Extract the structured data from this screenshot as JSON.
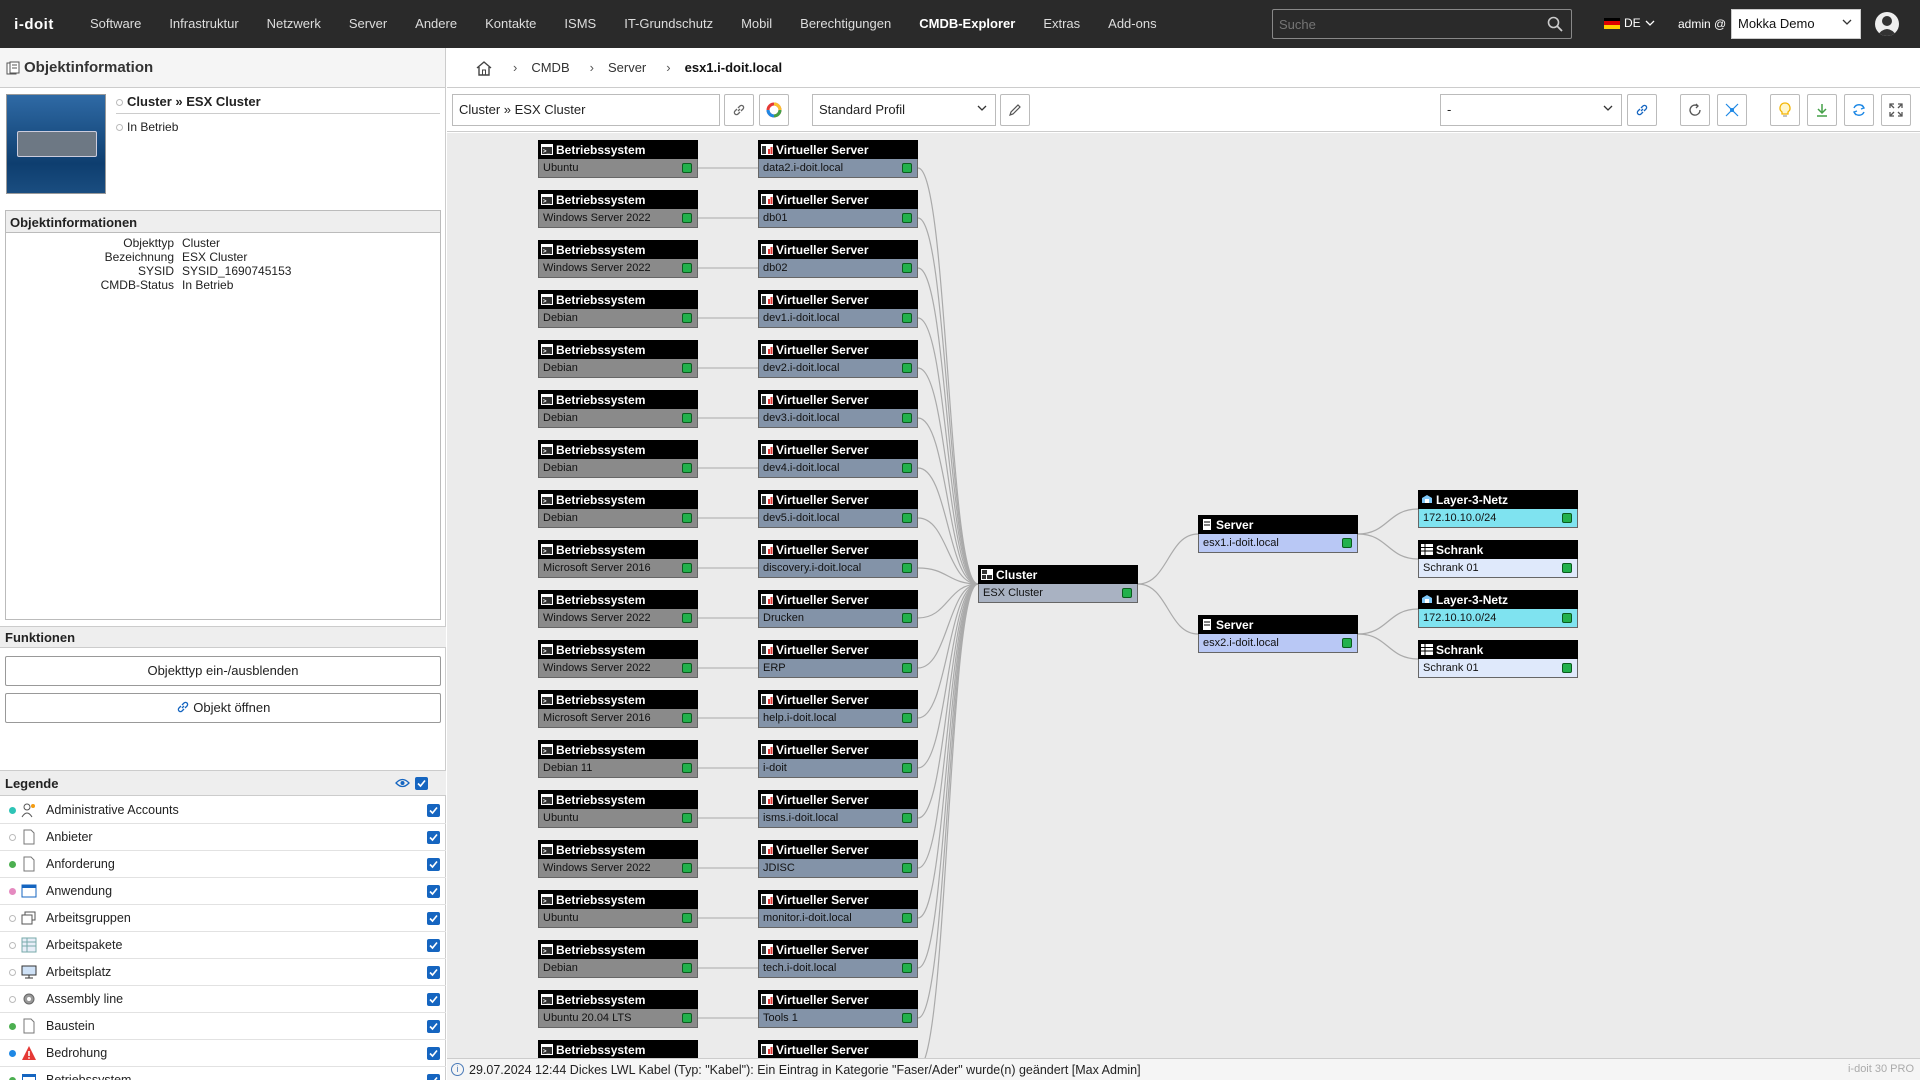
{
  "nav": {
    "logo": "i-doit",
    "menu": [
      "Software",
      "Infrastruktur",
      "Netzwerk",
      "Server",
      "Andere",
      "Kontakte",
      "ISMS",
      "IT-Grundschutz",
      "Mobil",
      "Berechtigungen",
      "CMDB-Explorer",
      "Extras",
      "Add-ons"
    ],
    "active": "CMDB-Explorer",
    "search_placeholder": "Suche",
    "lang": "DE",
    "user": "admin @",
    "tenant": "Mokka Demo"
  },
  "left": {
    "title": "Objektinformation",
    "object_title": "Cluster » ESX Cluster",
    "object_status": "In Betrieb",
    "info_header": "Objektinformationen",
    "info_rows": [
      {
        "k": "Objekttyp",
        "v": "Cluster"
      },
      {
        "k": "Bezeichnung",
        "v": "ESX Cluster"
      },
      {
        "k": "SYSID",
        "v": "SYSID_1690745153"
      },
      {
        "k": "CMDB-Status",
        "v": "In Betrieb"
      }
    ],
    "functions_header": "Funktionen",
    "fn_toggle": "Objekttyp ein-/ausblenden",
    "fn_open": "Objekt öffnen",
    "legend_header": "Legende",
    "legend": [
      {
        "label": "Administrative Accounts",
        "dot": "#2ec4b6",
        "icon": "admin-accounts-icon"
      },
      {
        "label": "Anbieter",
        "dot": "#ffffff",
        "icon": "document-icon"
      },
      {
        "label": "Anforderung",
        "dot": "#4caf50",
        "icon": "document-icon"
      },
      {
        "label": "Anwendung",
        "dot": "#e58ac0",
        "icon": "application-window-icon"
      },
      {
        "label": "Arbeitsgruppen",
        "dot": "#ffffff",
        "icon": "workgroup-icon"
      },
      {
        "label": "Arbeitspakete",
        "dot": "#ffffff",
        "icon": "grid-icon"
      },
      {
        "label": "Arbeitsplatz",
        "dot": "#ffffff",
        "icon": "monitor-icon"
      },
      {
        "label": "Assembly line",
        "dot": "#ffffff",
        "icon": "gear-icon"
      },
      {
        "label": "Baustein",
        "dot": "#4caf50",
        "icon": "document-icon"
      },
      {
        "label": "Bedrohung",
        "dot": "#1e88e5",
        "icon": "warning-icon"
      },
      {
        "label": "Betriebssystem",
        "dot": "#4caf50",
        "icon": "terminal-icon"
      }
    ]
  },
  "breadcrumb": [
    "CMDB",
    "Server",
    "esx1.i-doit.local"
  ],
  "toolbar": {
    "object": "Cluster » ESX Cluster",
    "profile": "Standard Profil",
    "filter": "-"
  },
  "graph": {
    "os_header": "Betriebssystem",
    "vs_header": "Virtueller Server",
    "os": [
      "Ubuntu",
      "Windows Server 2022",
      "Windows Server 2022",
      "Debian",
      "Debian",
      "Debian",
      "Debian",
      "Debian",
      "Microsoft Server 2016",
      "Windows Server 2022",
      "Windows Server 2022",
      "Microsoft Server 2016",
      "Debian 11",
      "Ubuntu",
      "Windows Server 2022",
      "Ubuntu",
      "Debian",
      "Ubuntu 20.04 LTS",
      ""
    ],
    "vs": [
      "data2.i-doit.local",
      "db01",
      "db02",
      "dev1.i-doit.local",
      "dev2.i-doit.local",
      "dev3.i-doit.local",
      "dev4.i-doit.local",
      "dev5.i-doit.local",
      "discovery.i-doit.local",
      "Drucken",
      "ERP",
      "help.i-doit.local",
      "i-doit",
      "isms.i-doit.local",
      "JDISC",
      "monitor.i-doit.local",
      "tech.i-doit.local",
      "Tools 1",
      ""
    ],
    "cluster": {
      "header": "Cluster",
      "value": "ESX Cluster"
    },
    "servers": [
      {
        "header": "Server",
        "value": "esx1.i-doit.local",
        "net_header": "Layer-3-Netz",
        "net": "172.10.10.0/24",
        "rack_header": "Schrank",
        "rack": "Schrank 01"
      },
      {
        "header": "Server",
        "value": "esx2.i-doit.local",
        "net_header": "Layer-3-Netz",
        "net": "172.10.10.0/24",
        "rack_header": "Schrank",
        "rack": "Schrank 01"
      }
    ],
    "colors": {
      "os": "#8a8a8a",
      "vs": "#8393a8",
      "cluster": "#a9b2c2",
      "server": "#b9c8f5",
      "net": "#7fe3f0",
      "rack": "#dfe9fb"
    }
  },
  "status": {
    "message": "29.07.2024 12:44 Dickes LWL Kabel (Typ: \"Kabel\"): Ein Eintrag in Kategorie \"Faser/Ader\" wurde(n) geändert [Max Admin]",
    "version": "i-doit 30 PRO"
  }
}
